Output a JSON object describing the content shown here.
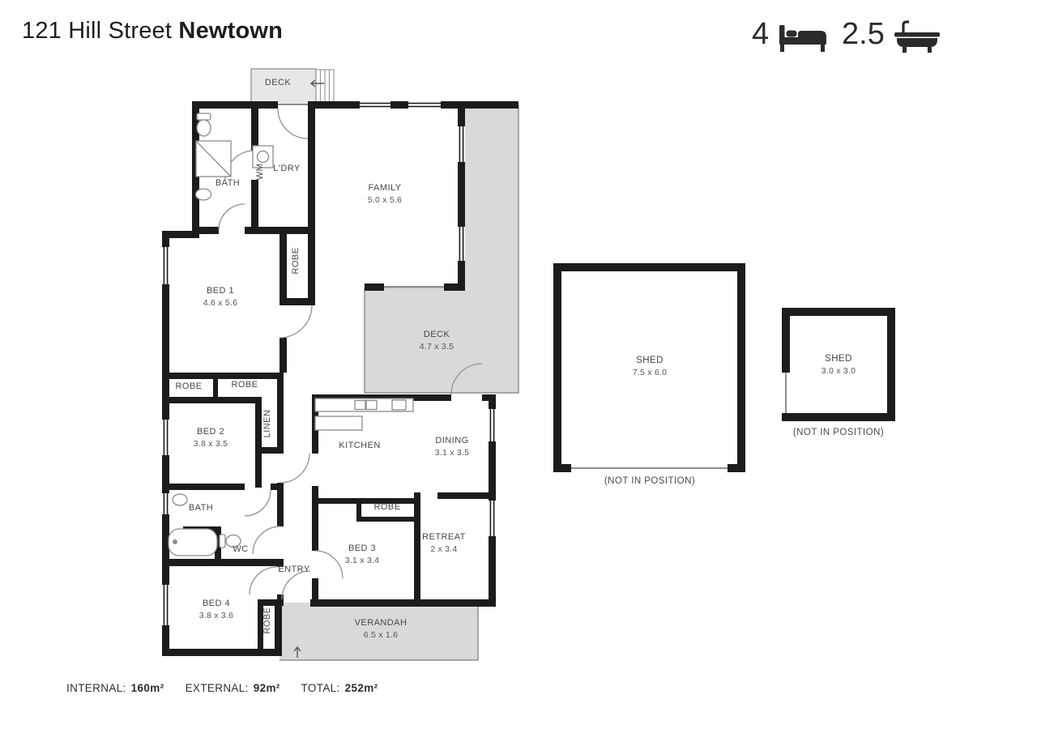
{
  "header": {
    "address": "121 Hill Street",
    "suburb": "Newtown",
    "bed_count": "4",
    "bath_count": "2.5"
  },
  "rooms": {
    "deck_top": {
      "name": "DECK"
    },
    "bath1": {
      "name": "BATH"
    },
    "wm": {
      "name": "WM"
    },
    "ldry": {
      "name": "L'DRY"
    },
    "family": {
      "name": "FAMILY",
      "dims": "5.0 x 5.6"
    },
    "robe1": {
      "name": "ROBE"
    },
    "bed1": {
      "name": "BED 1",
      "dims": "4.6 x 5.6"
    },
    "deck": {
      "name": "DECK",
      "dims": "4.7 x 3.5"
    },
    "robe2": {
      "name": "ROBE"
    },
    "robe3": {
      "name": "ROBE"
    },
    "linen": {
      "name": "LINEN"
    },
    "bed2": {
      "name": "BED 2",
      "dims": "3.8 x 3.5"
    },
    "kitchen": {
      "name": "KITCHEN"
    },
    "dining": {
      "name": "DINING",
      "dims": "3.1 x 3.5"
    },
    "bath2": {
      "name": "BATH"
    },
    "wc": {
      "name": "WC"
    },
    "robe4": {
      "name": "ROBE"
    },
    "bed3": {
      "name": "BED 3",
      "dims": "3.1 x 3.4"
    },
    "retreat": {
      "name": "RETREAT",
      "dims": "2 x 3.4"
    },
    "entry": {
      "name": "ENTRY"
    },
    "bed4": {
      "name": "BED 4",
      "dims": "3.8 x 3.6"
    },
    "robe5": {
      "name": "ROBE"
    },
    "verandah": {
      "name": "VERANDAH",
      "dims": "6.5 x 1.6"
    },
    "shed1": {
      "name": "SHED",
      "dims": "7.5 x 6.0",
      "note": "(NOT IN POSITION)"
    },
    "shed2": {
      "name": "SHED",
      "dims": "3.0 x 3.0",
      "note": "(NOT IN POSITION)"
    }
  },
  "footer": {
    "internal_label": "INTERNAL:",
    "internal_value": "160m²",
    "external_label": "EXTERNAL:",
    "external_value": "92m²",
    "total_label": "TOTAL:",
    "total_value": "252m²"
  },
  "colors": {
    "wall": "#1c1c1c",
    "deck_fill": "#d9d9d9",
    "label_text": "#474747"
  }
}
